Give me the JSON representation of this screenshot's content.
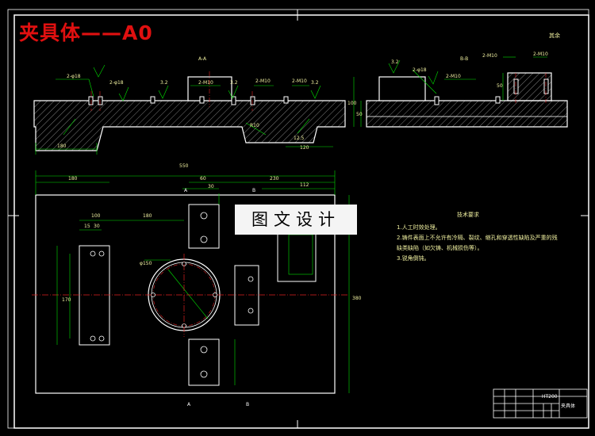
{
  "title": "夹具体——A0",
  "watermark": "图文设计",
  "rough_note": "其余",
  "section_labels": {
    "aa": "A-A",
    "bb": "B-B"
  },
  "notes": {
    "title": "技术要求",
    "lines": [
      "1.人工时效处理。",
      "2.铸件表面上不允许有冷隔、裂纹、缩孔和穿透性缺陷及严重的残",
      "缺类缺陷（如欠铸、机械损伤等）。",
      "3.锐角倒钝。"
    ]
  },
  "dimensions": {
    "overall_width": "550",
    "left_part": "180",
    "right_part": "230",
    "top_width": "60",
    "top_slot": "30",
    "right_slot": "112",
    "left_block": "100",
    "left_holes_a": "15",
    "left_holes_b": "30",
    "center_offset": "180",
    "bore_dia": "φ150",
    "left_height": "170",
    "total_height": "380",
    "radius": "R10",
    "sec_left": "180",
    "sec_right": "120",
    "thickness": "12.5",
    "bb_height": "100",
    "bb_small": "50",
    "bb_step": "50"
  },
  "callouts": {
    "a1": "2-φ18",
    "a2": "3.2",
    "a3": "2-M10",
    "a4": "3.2",
    "a5": "2-M10",
    "a6": "2-M10",
    "a7": "3.2",
    "b1": "3.2",
    "b2": "2-φ18",
    "b3": "2-M10",
    "b4": "2-M10"
  },
  "title_block": {
    "name": "夹具体",
    "drawing_no": "HT200"
  },
  "colors": {
    "frame": "#ffffff",
    "outline": "#ffffff",
    "dimension": "#00e000",
    "centerline": "#e02020",
    "text_yellow": "#f0f0a0",
    "hatch": "#ffffff"
  }
}
